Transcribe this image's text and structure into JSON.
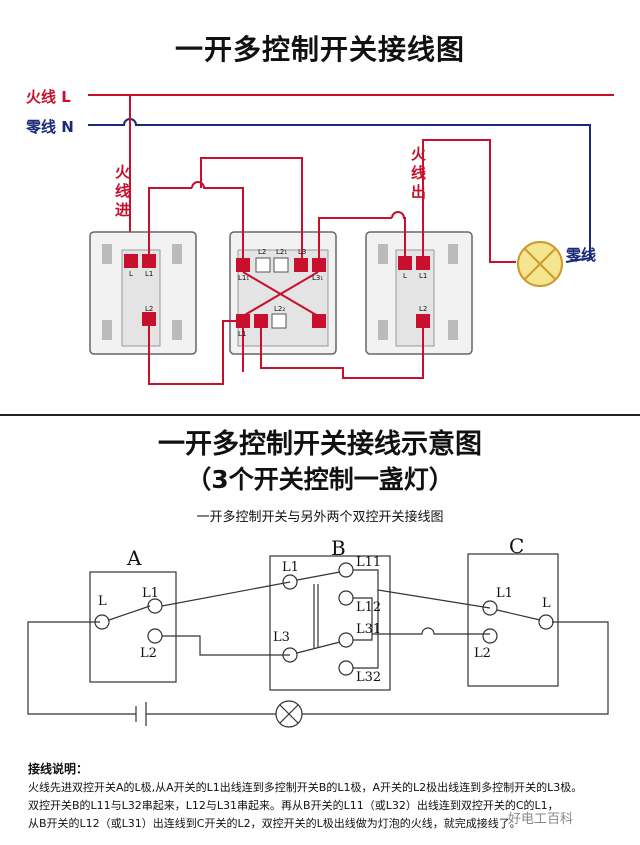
{
  "top": {
    "title": "一开多控制开关接线图",
    "live_label": "火线 L",
    "neutral_label": "零线 N",
    "live_in": "火线进",
    "live_out": "火线出",
    "neutral_lamp": "零线",
    "sw_left_terms": [
      "L",
      "L1",
      "L2"
    ],
    "sw_mid_terms": [
      "L2",
      "L2₁",
      "L3",
      "L1₁",
      "L3₁",
      "L1",
      "L2₂"
    ],
    "sw_right_terms": [
      "L",
      "L1",
      "L2"
    ]
  },
  "bottom": {
    "title": "一开多控制开关接线示意图",
    "title2": "（3个开关控制一盏灯）",
    "subtitle": "一开多控制开关与另外两个双控开关接线图",
    "switch_a": "A",
    "switch_b": "B",
    "switch_c": "C",
    "a_terms": {
      "l": "L",
      "l1": "L1",
      "l2": "L2"
    },
    "b_terms": {
      "l1": "L1",
      "l11": "L11",
      "l12": "L12",
      "l3": "L3",
      "l31": "L31",
      "l32": "L32"
    },
    "c_terms": {
      "l": "L",
      "l1": "L1",
      "l2": "L2"
    }
  },
  "description": {
    "heading": "接线说明：",
    "line1": "火线先进双控开关A的L极,从A开关的L1出线连到多控制开关B的L1极，A开关的L2极出线连到多控制开关的L3极。",
    "line2": "双控开关B的L11与L32串起来，L12与L31串起来。再从B开关的L11（或L32）出线连到双控开关的C的L1，",
    "line3": "从B开关的L12（或L31）出连线到C开关的L2，双控开关的L极出线做为灯泡的火线，就完成接线了。"
  },
  "watermark": "好电工百科"
}
